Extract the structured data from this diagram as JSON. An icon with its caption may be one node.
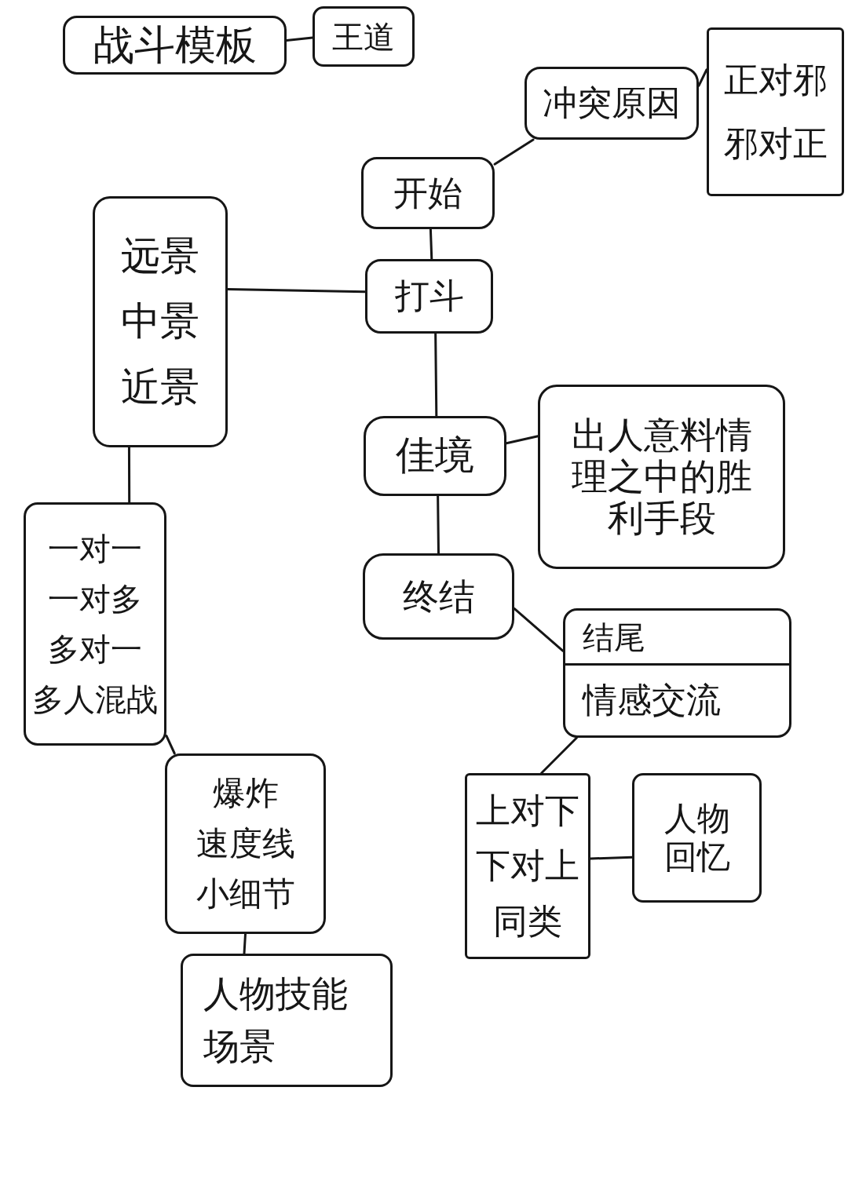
{
  "diagram": {
    "nodes": [
      {
        "text": [
          "战斗模板"
        ]
      },
      {
        "text": [
          "王道"
        ]
      },
      {
        "text": [
          "冲突原因"
        ]
      },
      {
        "text": [
          "正对邪",
          "邪对正"
        ]
      },
      {
        "text": [
          "开始"
        ]
      },
      {
        "text": [
          "远景",
          "中景",
          "近景"
        ]
      },
      {
        "text": [
          "打斗"
        ]
      },
      {
        "text": [
          "佳境"
        ]
      },
      {
        "text": [
          "出人意料情理之中的胜利手段"
        ]
      },
      {
        "text": [
          "终结"
        ]
      },
      {
        "text": [
          "结尾",
          "情感交流"
        ]
      },
      {
        "text": [
          "一对一",
          "一对多",
          "多对一",
          "多人混战"
        ]
      },
      {
        "text": [
          "爆炸",
          "速度线",
          "小细节"
        ]
      },
      {
        "text": [
          "上对下",
          "下对上",
          "同类"
        ]
      },
      {
        "text": [
          "人物回忆"
        ]
      },
      {
        "text": [
          "人物技能",
          "场景"
        ]
      }
    ],
    "edges": [
      {
        "from": 0,
        "to": 1,
        "arrow": "none"
      },
      {
        "from": 2,
        "to": 3,
        "arrow": "none"
      },
      {
        "from": 4,
        "to": 2,
        "arrow": "none"
      },
      {
        "from": 4,
        "to": 6,
        "arrow": "none"
      },
      {
        "from": 5,
        "to": 6,
        "arrow": "none"
      },
      {
        "from": 6,
        "to": 7,
        "arrow": "none"
      },
      {
        "from": 7,
        "to": 8,
        "arrow": "none"
      },
      {
        "from": 7,
        "to": 9,
        "arrow": "none"
      },
      {
        "from": 9,
        "to": 10,
        "arrow": "none"
      },
      {
        "from": 10,
        "to": 13,
        "arrow": "none"
      },
      {
        "from": 13,
        "to": 14,
        "arrow": "none"
      },
      {
        "from": 5,
        "to": 11,
        "arrow": "none"
      },
      {
        "from": 11,
        "to": 12,
        "arrow": "none"
      },
      {
        "from": 12,
        "to": 15,
        "arrow": "none"
      }
    ]
  }
}
